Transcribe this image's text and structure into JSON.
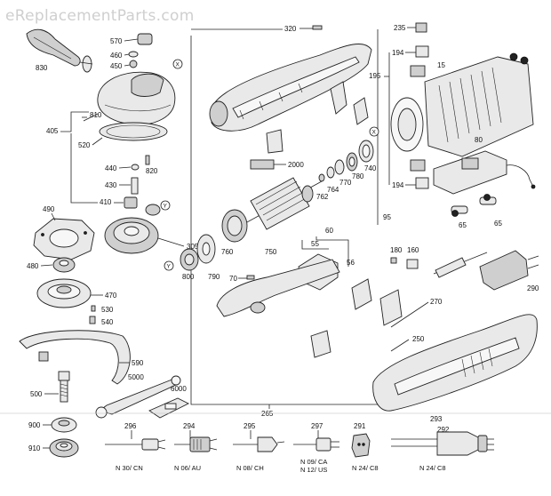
{
  "watermark": "eReplacementParts.com",
  "callouts": {
    "x_marker": "X",
    "y_marker": "Y"
  },
  "labels": {
    "p830": "830",
    "p570": "570",
    "p460": "460",
    "p450": "450",
    "p405": "405",
    "p810": "810",
    "p520": "520",
    "p440": "440",
    "p820": "820",
    "p430": "430",
    "p410": "410",
    "p490": "490",
    "p305": "305",
    "p480": "480",
    "p470": "470",
    "p530": "530",
    "p540": "540",
    "p590": "590",
    "p500": "500",
    "p5000": "5000",
    "p6000": "6000",
    "p900": "900",
    "p910": "910",
    "p320": "320",
    "p235": "235",
    "p194a": "194",
    "p195": "195",
    "p15": "15",
    "p2000": "2000",
    "p740": "740",
    "p780": "780",
    "p770": "770",
    "p764": "764",
    "p762": "762",
    "p80": "80",
    "p194b": "194",
    "p65a": "65",
    "p65b": "65",
    "p95": "95",
    "p760": "760",
    "p750": "750",
    "p55": "55",
    "p60": "60",
    "p56": "56",
    "p180": "180",
    "p160": "160",
    "p290": "290",
    "p800": "800",
    "p790": "790",
    "p70": "70",
    "p270": "270",
    "p250": "250",
    "p265": "265"
  },
  "cords": [
    {
      "number": "296",
      "label": "N 30/ CN"
    },
    {
      "number": "294",
      "label": "N 06/ AU"
    },
    {
      "number": "295",
      "label": "N 08/ CH"
    },
    {
      "number": "297",
      "label": "N 09/ CA",
      "label2": "N 12/ US"
    },
    {
      "number": "291",
      "label": "N 24/ C8"
    },
    {
      "number": "293",
      "number2": "292",
      "label": "N 24/ C8"
    }
  ]
}
